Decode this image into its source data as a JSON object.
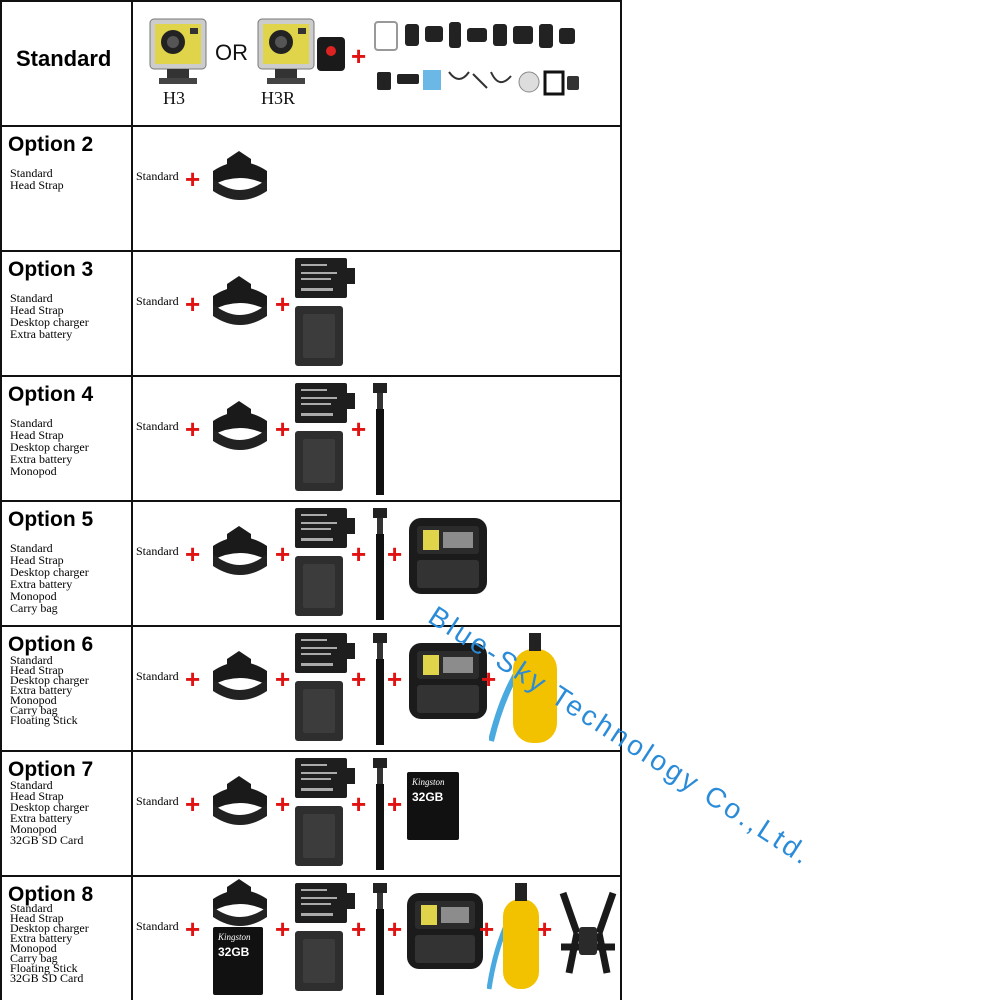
{
  "standard_row": {
    "title": "Standard",
    "h3_label": "H3",
    "or_label": "OR",
    "h3r_label": "H3R"
  },
  "options": [
    {
      "title": "Option 2",
      "features": [
        "Standard",
        "Head Strap"
      ]
    },
    {
      "title": "Option 3",
      "features": [
        "Standard",
        "Head Strap",
        "Desktop charger",
        "Extra battery"
      ]
    },
    {
      "title": "Option 4",
      "features": [
        "Standard",
        "Head Strap",
        "Desktop charger",
        "Extra battery",
        "Monopod"
      ]
    },
    {
      "title": "Option 5",
      "features": [
        "Standard",
        "Head Strap",
        "Desktop charger",
        "Extra battery",
        "Monopod",
        "Carry bag"
      ]
    },
    {
      "title": "Option 6",
      "features": [
        "Standard",
        "Head Strap",
        "Desktop charger",
        "Extra battery",
        "Monopod",
        "Carry bag",
        "Floating Stick"
      ]
    },
    {
      "title": "Option 7",
      "features": [
        "Standard",
        "Head Strap",
        "Desktop charger",
        "Extra battery",
        "Monopod",
        "32GB SD Card"
      ]
    },
    {
      "title": "Option 8",
      "features": [
        "Standard",
        "Head Strap",
        "Desktop charger",
        "Extra battery",
        "Monopod",
        "Carry bag",
        "Floating Stick",
        "32GB SD Card"
      ]
    }
  ],
  "row_standard_label": "Standard",
  "sd_card": {
    "brand": "Kingston",
    "capacity": "32GB"
  },
  "watermark": "Blue-Sky Technology Co.,Ltd.",
  "colors": {
    "plus": "#e01212",
    "watermark": "#2a8bd8",
    "border": "#111111"
  }
}
